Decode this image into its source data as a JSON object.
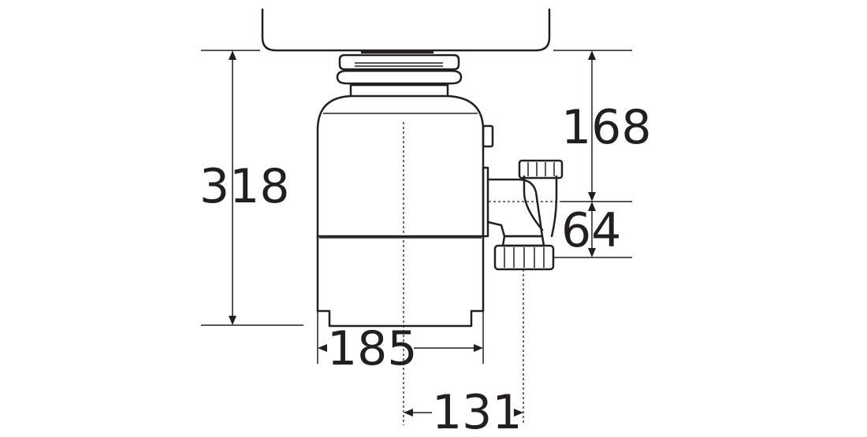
{
  "dimensions": {
    "overall_height": "318",
    "inlet_to_outlet": "168",
    "outlet_offset": "64",
    "body_diameter": "185",
    "center_to_outlet": "131"
  },
  "colors": {
    "line": "#231f20",
    "background": "#ffffff"
  }
}
